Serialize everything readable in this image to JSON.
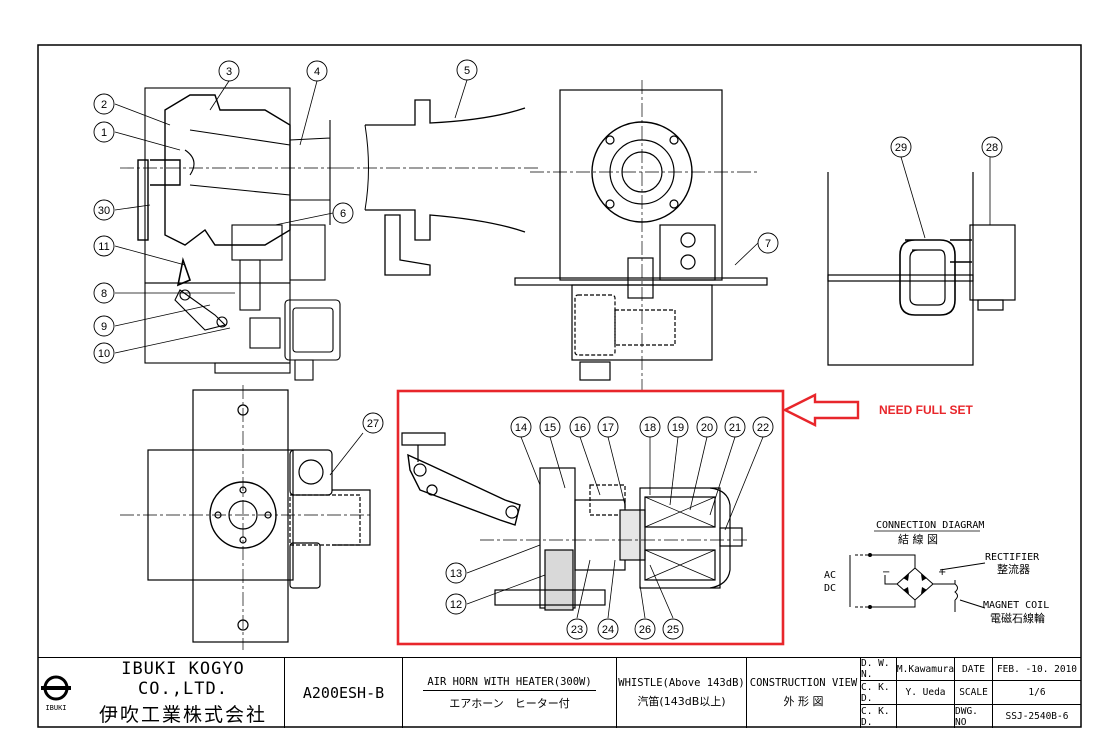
{
  "note": {
    "need_full_set": "NEED FULL SET"
  },
  "callouts": {
    "c1": "1",
    "c2": "2",
    "c3": "3",
    "c4": "4",
    "c5": "5",
    "c6": "6",
    "c7": "7",
    "c8": "8",
    "c9": "9",
    "c10": "10",
    "c11": "11",
    "c12": "12",
    "c13": "13",
    "c14": "14",
    "c15": "15",
    "c16": "16",
    "c17": "17",
    "c18": "18",
    "c19": "19",
    "c20": "20",
    "c21": "21",
    "c22": "22",
    "c23": "23",
    "c24": "24",
    "c25": "25",
    "c26": "26",
    "c27": "27",
    "c28": "28",
    "c29": "29",
    "c30": "30"
  },
  "connection": {
    "title_en": "CONNECTION DIAGRAM",
    "title_jp": "結 線 図",
    "rectifier_en": "RECTIFIER",
    "rectifier_jp": "整流器",
    "ac": "AC",
    "dc": "DC",
    "magnet_en": "MAGNET COIL",
    "magnet_jp": "電磁石線輪",
    "minus": "−",
    "plus": "+"
  },
  "title_block": {
    "logo_text": "IBUKI",
    "company_en": "IBUKI KOGYO CO.,LTD.",
    "company_jp": "伊吹工業株式会社",
    "model": "A200ESH-B",
    "product_en": "AIR HORN WITH HEATER(300W)",
    "product_jp": "エアホーン　ヒーター付",
    "whistle_en": "WHISTLE(Above 143dB)",
    "whistle_jp": "汽笛(143dB以上)",
    "view_en": "CONSTRUCTION VIEW",
    "view_jp": "外 形 図",
    "dwn_label": "D. W. N.",
    "dwn_value": "M.Kawamura",
    "date_label": "DATE",
    "date_value": "FEB. -10. 2010",
    "ckd1_label": "C. K. D.",
    "ckd1_value": "Y. Ueda",
    "scale_label": "SCALE",
    "scale_value": "1/6",
    "ckd2_label": "C. K. D.",
    "ckd2_value": "",
    "dwgno_label": "DWG. NO",
    "dwgno_value": "SSJ-2540B-6"
  },
  "colors": {
    "highlight": "#e8262b",
    "ink": "#000000",
    "paper": "#ffffff"
  }
}
